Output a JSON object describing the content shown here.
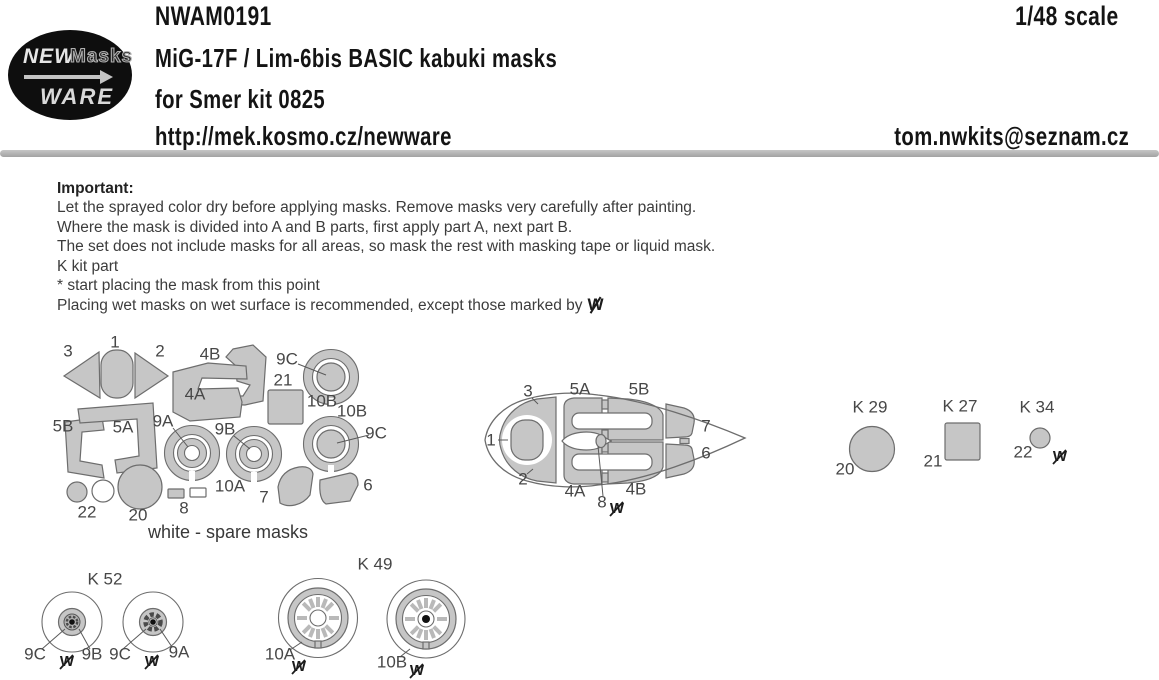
{
  "header": {
    "product_code": "NWAM0191",
    "scale": "1/48 scale",
    "title": "MiG-17F / Lim-6bis BASIC kabuki masks",
    "subtitle": "for Smer kit 0825",
    "url": "http://mek.kosmo.cz/newware",
    "email": "tom.nwkits@seznam.cz",
    "logo": {
      "new": "NEW",
      "masks": "Masks",
      "ware": "WARE"
    }
  },
  "important": {
    "heading": "Important:",
    "lines": [
      "Let the sprayed color dry before applying masks. Remove masks very carefully after painting.",
      "Where the mask is divided into A and B parts, first apply part A, next part B.",
      "The set does not include masks for all areas, so mask the rest with masking tape or liquid mask.",
      "K kit part",
      "*  start placing the mask from this point",
      "Placing wet masks on wet surface is recommended, except those marked by"
    ],
    "wet_symbol": "W"
  },
  "parts_sheet": {
    "caption": "white - spare masks",
    "l3": "3",
    "l1": "1",
    "l2": "2",
    "l4b": "4B",
    "l4a": "4A",
    "l9c_top": "9C",
    "l21": "21",
    "l10b_a": "10B",
    "l10b_b": "10B",
    "l9c_right": "9C",
    "l5b": "5B",
    "l5a": "5A",
    "l9a": "9A",
    "l9b": "9B",
    "l10a": "10A",
    "l7": "7",
    "l6": "6",
    "l22": "22",
    "l20": "20",
    "l8": "8"
  },
  "canopy": {
    "l3": "3",
    "l5a": "5A",
    "l5b": "5B",
    "l1": "1",
    "l7": "7",
    "l6": "6",
    "l2": "2",
    "l4a": "4A",
    "l4b": "4B",
    "l8": "8",
    "wet_symbol": "W"
  },
  "kit_parts": {
    "k29": {
      "name": "K 29",
      "num": "20"
    },
    "k27": {
      "name": "K 27",
      "num": "21"
    },
    "k34": {
      "name": "K 34",
      "num": "22",
      "wet_symbol": "W"
    }
  },
  "wheels": {
    "k52": {
      "name": "K 52",
      "l1": "9C",
      "w1": "W",
      "l2": "9B",
      "l3": "9C",
      "w2": "W",
      "l4": "9A"
    },
    "k49": {
      "name": "K 49",
      "l1": "10A",
      "w1": "W",
      "l2": "10B",
      "w2": "W"
    }
  },
  "colors": {
    "mask_fill": "#c6c6c6",
    "outline": "#6d6d6d",
    "label_text": "#474747",
    "logo_bg": "#0e0e0e"
  }
}
